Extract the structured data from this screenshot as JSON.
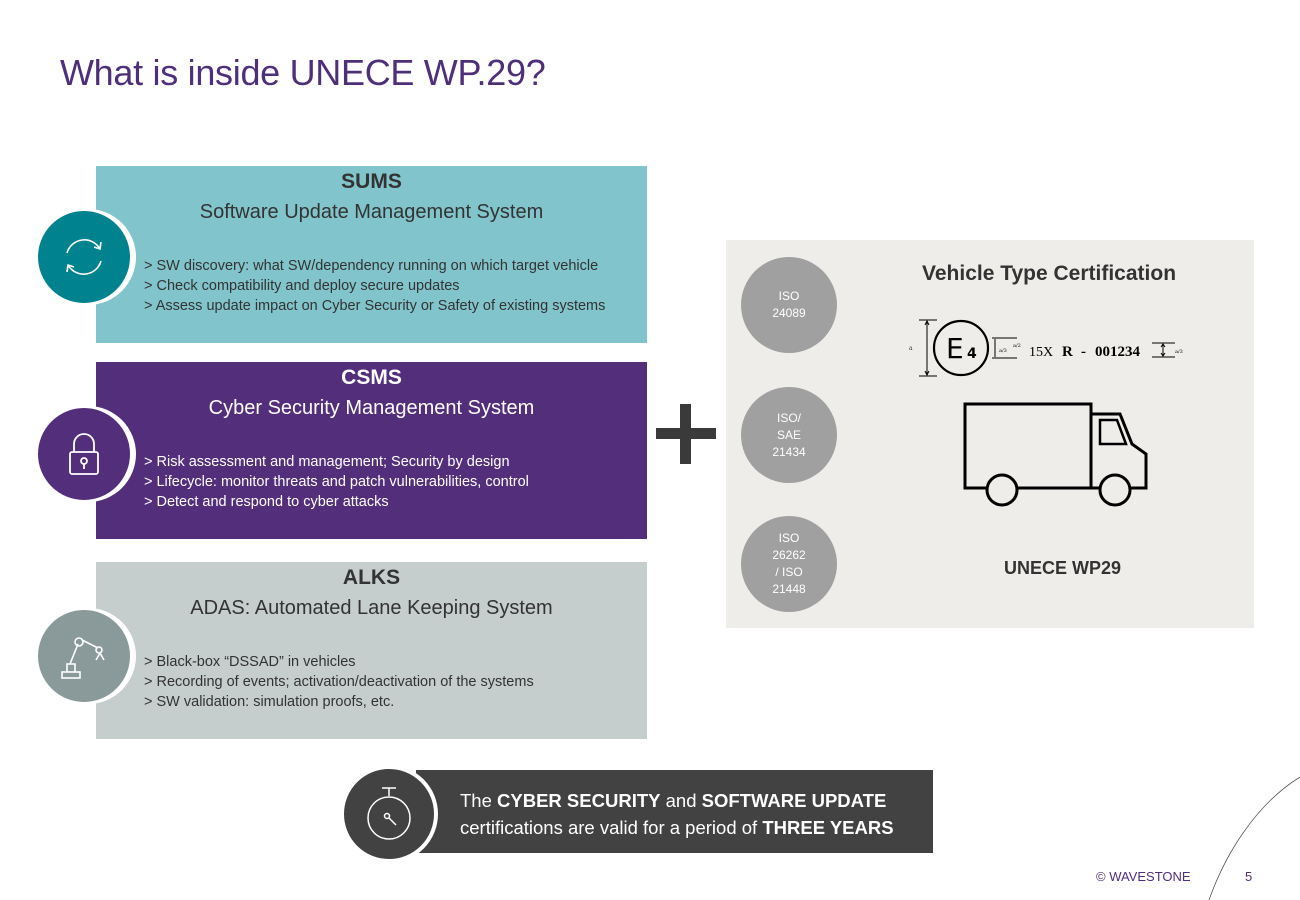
{
  "page": {
    "title": "What is inside UNECE WP.29?"
  },
  "cards": [
    {
      "title": "SUMS",
      "subtitle": "Software Update Management System",
      "bullets": [
        "> SW discovery: what SW/dependency running on which target vehicle",
        "> Check compatibility and deploy secure updates",
        "> Assess update impact on Cyber Security or Safety of existing systems"
      ],
      "icon": "refresh-icon",
      "color": "#81c4cb"
    },
    {
      "title": "CSMS",
      "subtitle": "Cyber Security Management System",
      "bullets": [
        "> Risk assessment and management; Security by design",
        "> Lifecycle: monitor threats and patch vulnerabilities, control",
        "> Detect and respond to cyber attacks"
      ],
      "icon": "padlock-icon",
      "color": "#532e7a"
    },
    {
      "title": "ALKS",
      "subtitle": "ADAS: Automated Lane Keeping System",
      "bullets": [
        "> Black-box “DSSAD” in vehicles",
        "> Recording of events; activation/deactivation of the systems",
        "> SW validation: simulation proofs, etc."
      ],
      "icon": "robot-arm-icon",
      "color": "#c5cdcd"
    }
  ],
  "certification": {
    "title": "Vehicle Type Certification",
    "footer": "UNECE WP29",
    "standards": [
      [
        "ISO",
        "24089"
      ],
      [
        "ISO/",
        "SAE",
        "21434"
      ],
      [
        "ISO",
        "26262",
        "/ ISO",
        "21448"
      ]
    ],
    "mark": {
      "letter": "E",
      "number": "4",
      "code": "15X",
      "regulation": "R",
      "dash": "-",
      "approval": "001234",
      "dim_left": "a",
      "dim_a3": "a/3",
      "dim_a2": "a/2",
      "dim_a3b": "a/3"
    }
  },
  "banner": {
    "p1": "The ",
    "b1": "CYBER SECURITY",
    "p2": " and ",
    "b2": "SOFTWARE UPDATE",
    "p3": "certifications are valid for a period of ",
    "b3": "THREE YEARS"
  },
  "footer": {
    "brand": "© WAVESTONE",
    "page": "5"
  },
  "colors": {
    "title": "#4e2f7a",
    "banner": "#424242",
    "panel": "#eeedea",
    "iso": "#a0a0a0"
  }
}
